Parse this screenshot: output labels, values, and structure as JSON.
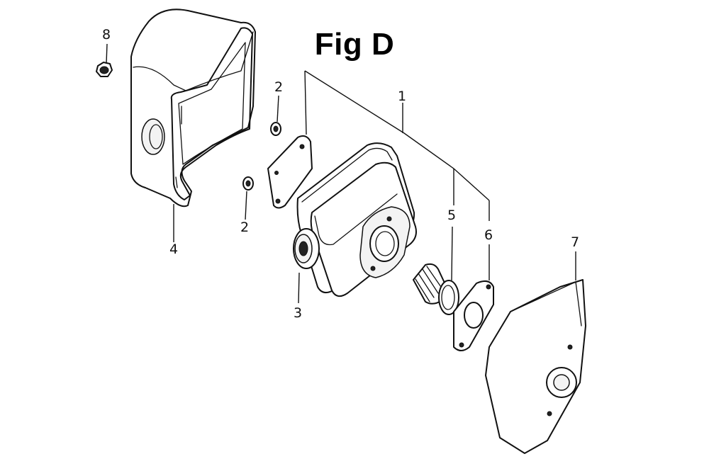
{
  "figure": {
    "title": "Fig D"
  },
  "callouts": [
    {
      "id": "label-1",
      "text": "1"
    },
    {
      "id": "label-2a",
      "text": "2"
    },
    {
      "id": "label-2b",
      "text": "2"
    },
    {
      "id": "label-3",
      "text": "3"
    },
    {
      "id": "label-4",
      "text": "4"
    },
    {
      "id": "label-5",
      "text": "5"
    },
    {
      "id": "label-6",
      "text": "6"
    },
    {
      "id": "label-7",
      "text": "7"
    },
    {
      "id": "label-8",
      "text": "8"
    }
  ]
}
